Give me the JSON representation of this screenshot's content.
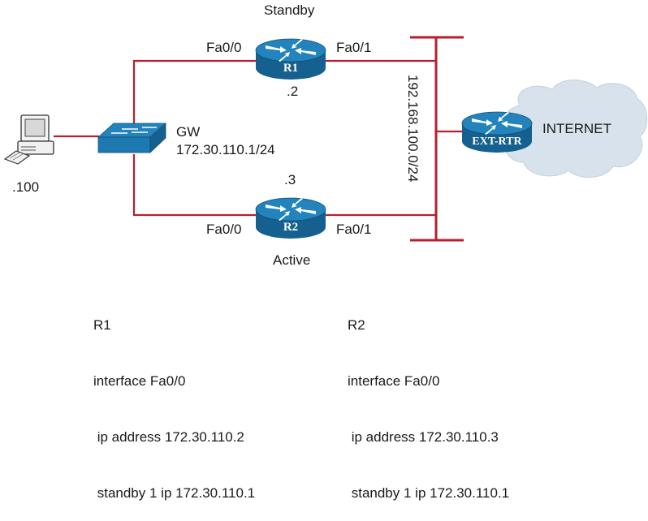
{
  "diagram": {
    "colors": {
      "link": "#b3202f",
      "device_blue": "#1d79b0",
      "device_dark": "#15608e",
      "cloud": "#d7e2ec",
      "text": "#1a1a1a"
    },
    "nodes": {
      "pc": {
        "label": ".100",
        "icon": "pc-icon"
      },
      "switch": {
        "label": "GW",
        "ip": "172.30.110.1/24",
        "icon": "switch-icon"
      },
      "r1": {
        "name": "R1",
        "role": "Standby",
        "host": ".2",
        "left_if": "Fa0/0",
        "right_if": "Fa0/1",
        "icon": "router-icon"
      },
      "r2": {
        "name": "R2",
        "role": "Active",
        "host": ".3",
        "left_if": "Fa0/0",
        "right_if": "Fa0/1",
        "icon": "router-icon"
      },
      "ext": {
        "name": "EXT-RTR",
        "icon": "router-icon"
      },
      "cloud": {
        "label": "INTERNET",
        "icon": "cloud-icon"
      }
    },
    "segment": {
      "label": "192.168.100.0/24"
    }
  },
  "config": {
    "r1": {
      "title": "R1",
      "lines": [
        "interface Fa0/0",
        " ip address 172.30.110.2",
        " standby 1 ip 172.30.110.1"
      ]
    },
    "r2": {
      "title": "R2",
      "lines": [
        "interface Fa0/0",
        " ip address 172.30.110.3",
        " standby 1 ip 172.30.110.1"
      ]
    }
  }
}
